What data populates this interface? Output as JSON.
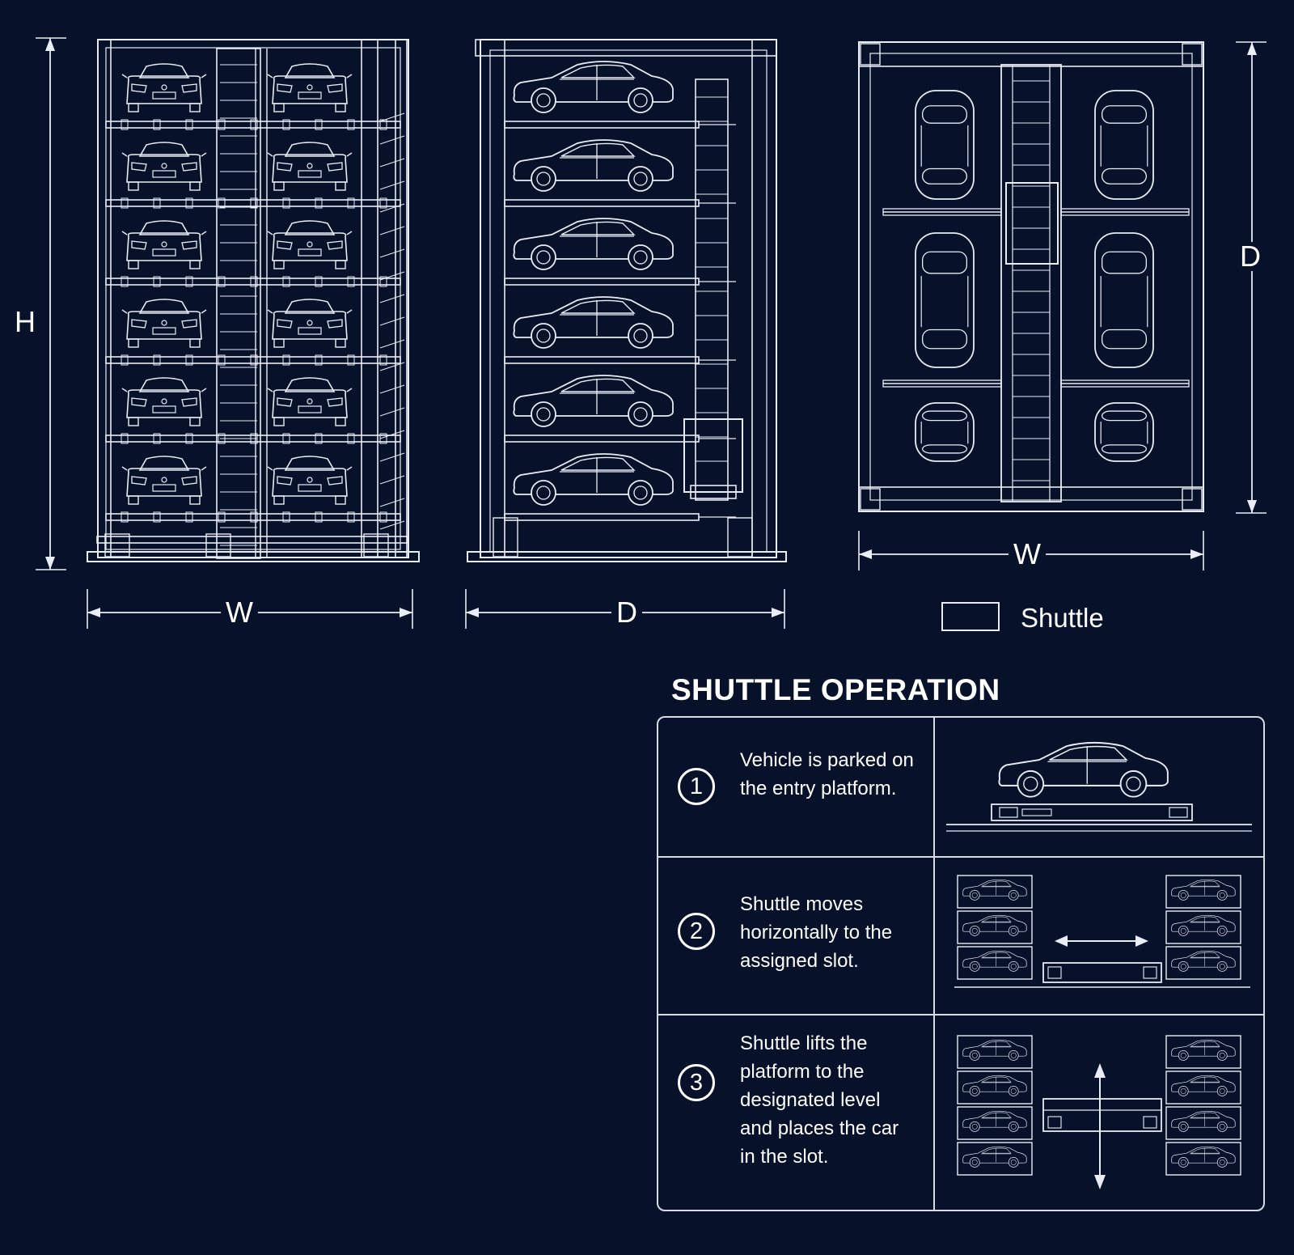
{
  "dimensions": {
    "front_height": "H",
    "front_width": "W",
    "side_depth": "D",
    "plan_depth": "D",
    "plan_width": "W"
  },
  "legend": {
    "label": "Shuttle",
    "icon": "rectangle-outline"
  },
  "operation": {
    "title": "SHUTTLE OPERATION",
    "steps": [
      {
        "number": "1",
        "text": "Vehicle is parked on the entry platform."
      },
      {
        "number": "2",
        "text": "Shuttle moves horizontally to the assigned slot."
      },
      {
        "number": "3",
        "text": "Shuttle lifts the platform to the designated level and places the car in the slot."
      }
    ]
  },
  "colors": {
    "background": "#07112a",
    "line": "#e9edf5"
  }
}
